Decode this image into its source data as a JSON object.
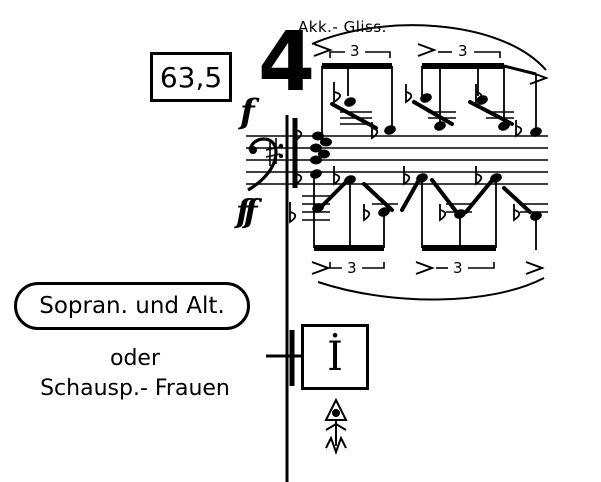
{
  "annotation": {
    "gliss": "Akk.- Gliss."
  },
  "rehearsal_mark": "63,5",
  "time_signature": "4",
  "dynamics": {
    "top": "f",
    "bottom": "ff"
  },
  "tuplets": {
    "upper": [
      "3",
      "3"
    ],
    "lower": [
      "3",
      "3"
    ]
  },
  "voices": {
    "primary": "Sopran. und Alt.",
    "connector": "oder",
    "alternative": "Schausp.- Frauen"
  },
  "cue_box": "İ"
}
